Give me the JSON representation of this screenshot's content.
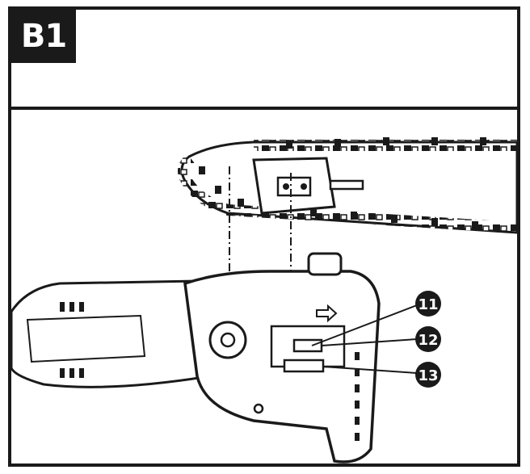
{
  "header": {
    "step_label": "B1"
  },
  "callouts": [
    {
      "number": "11"
    },
    {
      "number": "12"
    },
    {
      "number": "13"
    }
  ],
  "colors": {
    "ink": "#1a1a1a",
    "paper": "#ffffff"
  }
}
